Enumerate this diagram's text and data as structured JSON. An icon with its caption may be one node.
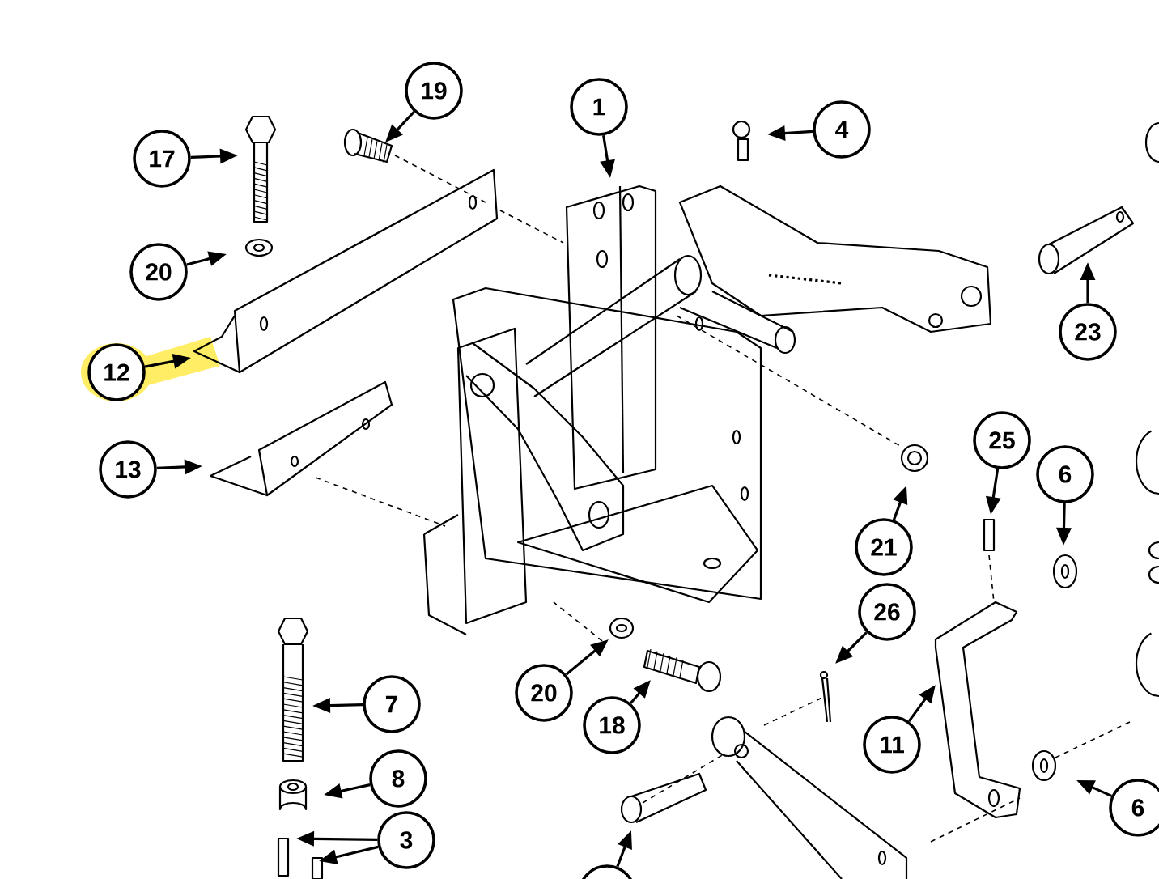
{
  "diagram": {
    "nodes": [
      {
        "text": [
          "19"
        ]
      },
      {
        "text": [
          "1"
        ]
      },
      {
        "text": [
          "4"
        ]
      },
      {
        "text": [
          "17"
        ]
      },
      {
        "text": [
          "20"
        ]
      },
      {
        "text": [
          "23"
        ]
      },
      {
        "text": [
          "12"
        ]
      },
      {
        "text": [
          "25"
        ]
      },
      {
        "text": [
          "13"
        ]
      },
      {
        "text": [
          "6"
        ]
      },
      {
        "text": [
          "21"
        ]
      },
      {
        "text": [
          "26"
        ]
      },
      {
        "text": [
          "20"
        ]
      },
      {
        "text": [
          "7"
        ]
      },
      {
        "text": [
          "18"
        ]
      },
      {
        "text": [
          "11"
        ]
      },
      {
        "text": [
          "8"
        ]
      },
      {
        "text": [
          "6"
        ]
      },
      {
        "text": [
          "3"
        ]
      },
      {
        "text": [],
        "shape": "circle"
      }
    ],
    "edges": [
      {
        "from": 0,
        "to": null,
        "arrow": "to"
      },
      {
        "from": 1,
        "to": null,
        "arrow": "to"
      },
      {
        "from": 2,
        "to": null,
        "arrow": "to"
      },
      {
        "from": 3,
        "to": null,
        "arrow": "to"
      },
      {
        "from": 4,
        "to": null,
        "arrow": "to"
      },
      {
        "from": 5,
        "to": null,
        "arrow": "to"
      },
      {
        "from": 6,
        "to": null,
        "arrow": "to"
      },
      {
        "from": 7,
        "to": null,
        "arrow": "to"
      },
      {
        "from": 8,
        "to": null,
        "arrow": "to"
      },
      {
        "from": 9,
        "to": null,
        "arrow": "to"
      },
      {
        "from": 10,
        "to": null,
        "arrow": "to"
      },
      {
        "from": 11,
        "to": null,
        "arrow": "to"
      },
      {
        "from": 12,
        "to": null,
        "arrow": "to"
      },
      {
        "from": 13,
        "to": null,
        "arrow": "to"
      },
      {
        "from": 14,
        "to": null,
        "arrow": "to"
      },
      {
        "from": 15,
        "to": null,
        "arrow": "to"
      },
      {
        "from": 16,
        "to": null,
        "arrow": "to"
      },
      {
        "from": 17,
        "to": null,
        "arrow": "to"
      },
      {
        "from": 18,
        "to": null,
        "arrow": "to"
      },
      {
        "from": 18,
        "to": null,
        "arrow": "to"
      },
      {
        "from": 19,
        "to": null,
        "arrow": "to"
      }
    ]
  }
}
